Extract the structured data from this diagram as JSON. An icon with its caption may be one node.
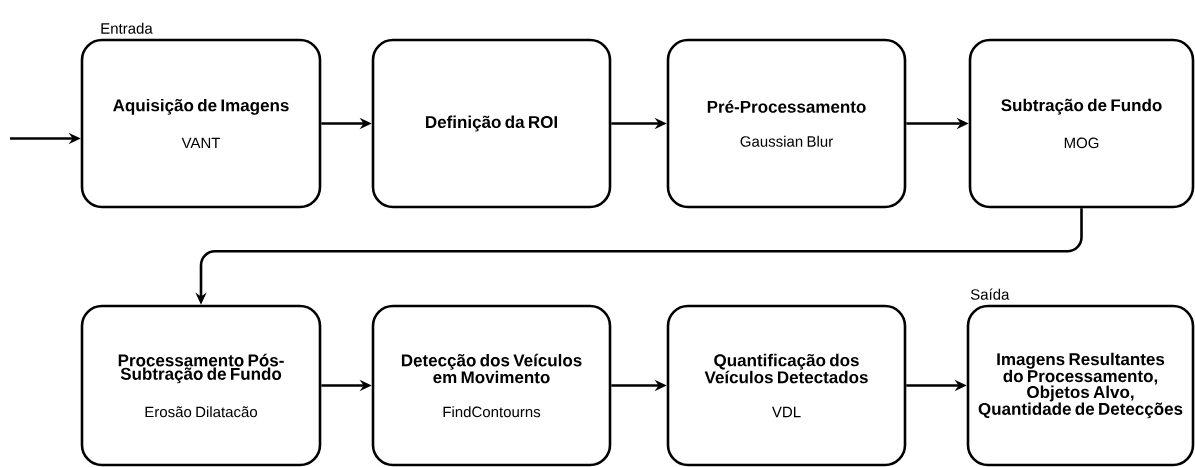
{
  "diagram": {
    "nodes": [
      {
        "text": [
          "Aquisição de Imagens",
          "VANT"
        ],
        "beside": [
          "Entrada"
        ]
      },
      {
        "text": [
          "Definição da ROI"
        ]
      },
      {
        "text": [
          "Pré-Processamento",
          "Gaussian Blur"
        ]
      },
      {
        "text": [
          "Subtração de Fundo",
          "MOG"
        ]
      },
      {
        "text": [
          "Processamento Pós-Subtração de Fundo",
          "Erosão Dilatacão"
        ]
      },
      {
        "text": [
          "Detecção dos Veículos em Movimento",
          "FindContourns"
        ]
      },
      {
        "text": [
          "Quantificação dos Veículos Detectados",
          "VDL"
        ]
      },
      {
        "text": [
          "Imagens Resultantes do Processamento, Objetos Alvo, Quantidade de Detecções"
        ],
        "beside": [
          "Saída"
        ]
      }
    ],
    "edges": [
      {
        "from": null,
        "to": 0,
        "arrow": "to"
      },
      {
        "from": 0,
        "to": 1,
        "arrow": "to"
      },
      {
        "from": 1,
        "to": 2,
        "arrow": "to"
      },
      {
        "from": 2,
        "to": 3,
        "arrow": "to"
      },
      {
        "from": 3,
        "to": 4,
        "arrow": "to"
      },
      {
        "from": 4,
        "to": 5,
        "arrow": "to"
      },
      {
        "from": 5,
        "to": 6,
        "arrow": "to"
      },
      {
        "from": 6,
        "to": 7,
        "arrow": "to"
      }
    ]
  }
}
